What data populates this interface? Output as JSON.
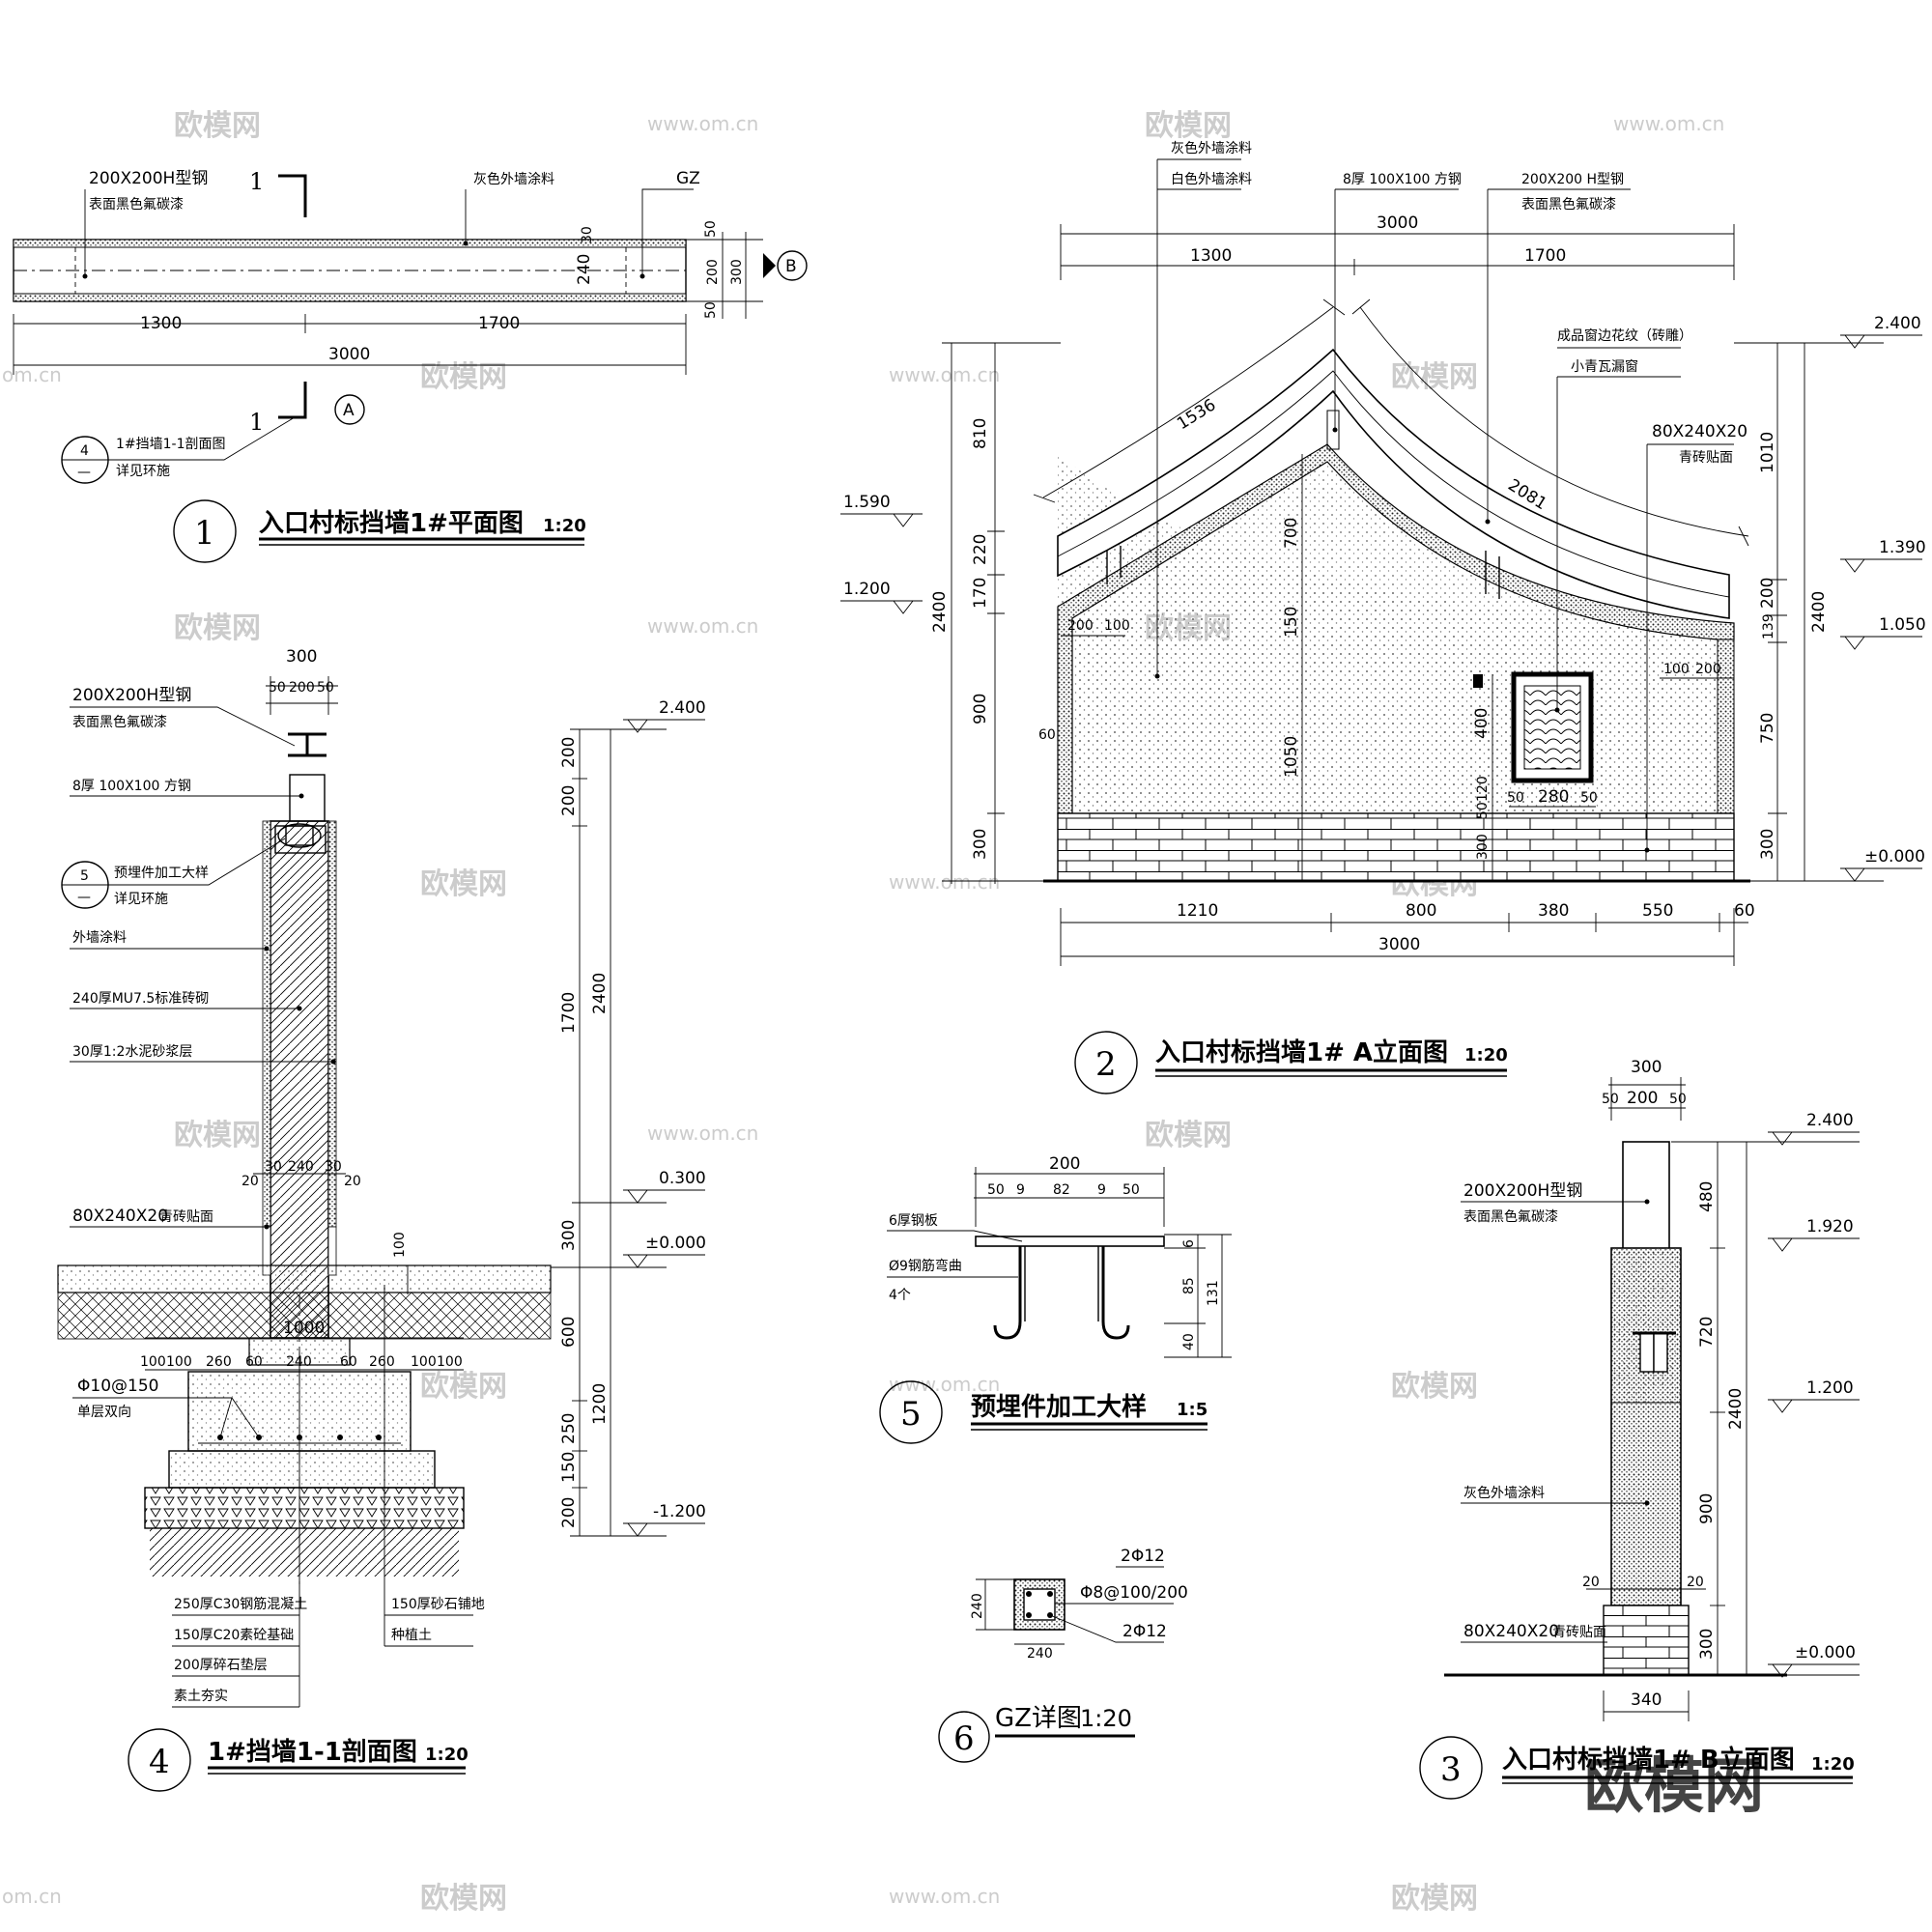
{
  "watermark": {
    "brand": "欧模网",
    "url": "www.om.cn",
    "corner": "om.cn"
  },
  "plan": {
    "num": "1",
    "title": "入口村标挡墙1#平面图",
    "scale": "1:20",
    "label_steel": "200X200H型钢",
    "label_steel_note": "表面黑色氟碳漆",
    "label_paint": "灰色外墙涂料",
    "label_gz": "GZ",
    "section_mark": "1",
    "view_a": "A",
    "view_b": "B",
    "dims": {
      "d1300": "1300",
      "d1700": "1700",
      "d3000": "3000",
      "d240": "240",
      "d50": "50",
      "d200": "200",
      "d300": "300",
      "d30": "30"
    },
    "callout_num": "4",
    "callout_dash": "—",
    "callout_text": "1#挡墙1-1剖面图",
    "callout_note": "详见环施"
  },
  "elevA": {
    "num": "2",
    "title": "入口村标挡墙1# A立面图",
    "scale": "1:20",
    "labels": {
      "grey_paint": "灰色外墙涂料",
      "white_paint": "白色外墙涂料",
      "square_steel": "8厚 100X100 方钢",
      "h_steel": "200X200 H型钢",
      "h_steel_note": "表面黑色氟碳漆",
      "window": "成品窗边花纹（砖雕）",
      "window2": "小青瓦漏窗",
      "brick": "80X240X20",
      "brick_note": "青砖贴面"
    },
    "levels": {
      "l2400": "2.400",
      "l1590": "1.590",
      "l1200": "1.200",
      "l1390": "1.390",
      "l1050": "1.050",
      "l0": "±0.000"
    },
    "dims": {
      "top3000": "3000",
      "top1300": "1300",
      "top1700": "1700",
      "arc1536": "1536",
      "arc2081": "2081",
      "l810": "810",
      "l220": "220",
      "l170": "170",
      "l900": "900",
      "l300": "300",
      "l2400": "2400",
      "r1010": "1010",
      "r200": "200",
      "r139": "139",
      "r750": "750",
      "r300": "300",
      "r2400": "2400",
      "i700": "700",
      "i150": "150",
      "i1050": "1050",
      "i400": "400",
      "i120": "120",
      "i50": "50",
      "i300": "300",
      "i200": "200",
      "i100": "100",
      "i60": "60",
      "w50": "50",
      "w280": "280",
      "b1210": "1210",
      "b800": "800",
      "b380": "380",
      "b550": "550",
      "b60": "60",
      "b3000": "3000"
    }
  },
  "section": {
    "num": "4",
    "title": "1#挡墙1-1剖面图",
    "scale": "1:20",
    "labels": {
      "h_steel": "200X200H型钢",
      "h_steel_note": "表面黑色氟碳漆",
      "sq_steel": "8厚 100X100 方钢",
      "callout_num": "5",
      "callout_dash": "—",
      "embed": "预埋件加工大样",
      "embed_note": "详见环施",
      "ext_paint": "外墙涂料",
      "brick_wall": "240厚MU7.5标准砖砌",
      "mortar": "30厚1:2水泥砂浆层",
      "tile": "80X240X20",
      "tile_note": "青砖贴面",
      "rebar": "Φ10@150",
      "rebar_note": "单层双向",
      "c30": "250厚C30钢筋混凝土",
      "c20": "150厚C20素砼基础",
      "gravel": "200厚碎石垫层",
      "soil": "素土夯实",
      "paving": "150厚砂石铺地",
      "plant_soil": "种植土"
    },
    "levels": {
      "l2400": "2.400",
      "l0300": "0.300",
      "l0": "±0.000",
      "lm1200": "-1.200"
    },
    "dims": {
      "t300": "300",
      "t50a": "50",
      "t200": "200",
      "t50b": "50",
      "v200a": "200",
      "v200b": "200",
      "v1700": "1700",
      "v2400": "2400",
      "v300": "300",
      "v600": "600",
      "v1200": "1200",
      "v250": "250",
      "v150": "150",
      "v200c": "200",
      "v100": "100",
      "m20a": "20",
      "m30a": "30",
      "m240": "240",
      "m30b": "30",
      "m20b": "20",
      "f1000": "1000",
      "f100a": "100",
      "f100b": "100",
      "f260a": "260",
      "f60a": "60",
      "f240": "240",
      "f60b": "60",
      "f260b": "260",
      "f100c": "100",
      "f100d": "100"
    }
  },
  "embed": {
    "num": "5",
    "title": "预埋件加工大样",
    "scale": "1:5",
    "labels": {
      "plate": "6厚钢板",
      "bar": "Ø9钢筋弯曲",
      "count": "4个"
    },
    "dims": {
      "d200": "200",
      "d50a": "50",
      "d9a": "9",
      "d82": "82",
      "d9b": "9",
      "d50b": "50",
      "v6": "6",
      "v85": "85",
      "v40": "40",
      "v131": "131"
    }
  },
  "gz": {
    "num": "6",
    "title": "GZ详图",
    "scale": "1:20",
    "labels": {
      "top": "2Φ12",
      "stir": "Φ8@100/200",
      "bot": "2Φ12"
    },
    "dims": {
      "w240": "240",
      "h240": "240"
    }
  },
  "elevB": {
    "num": "3",
    "title": "入口村标挡墙1# B立面图",
    "scale": "1:20",
    "labels": {
      "h_steel": "200X200H型钢",
      "h_steel_note": "表面黑色氟碳漆",
      "paint": "灰色外墙涂料",
      "brick": "80X240X20",
      "brick_note": "青砖贴面"
    },
    "levels": {
      "l2400": "2.400",
      "l1920": "1.920",
      "l1200": "1.200",
      "l0": "±0.000"
    },
    "dims": {
      "t300": "300",
      "t50a": "50",
      "t200": "200",
      "t50b": "50",
      "v480": "480",
      "v720": "720",
      "v900": "900",
      "v300": "300",
      "v2400": "2400",
      "m20a": "20",
      "m20b": "20",
      "b340": "340"
    }
  }
}
